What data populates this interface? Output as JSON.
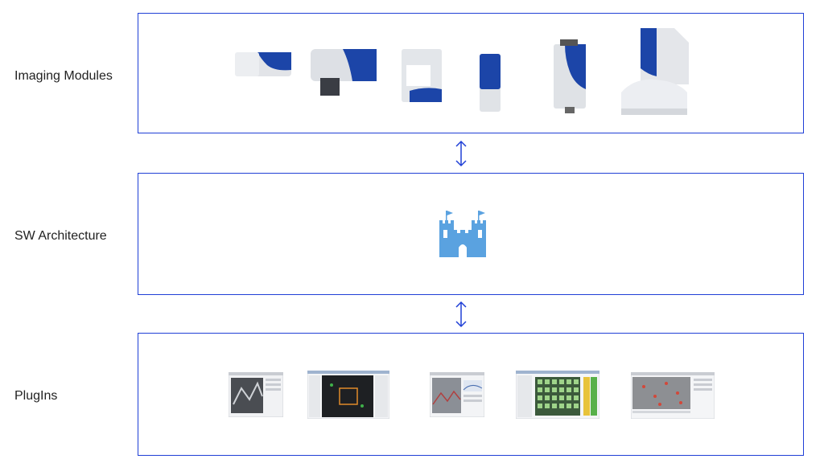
{
  "rows": [
    {
      "label": "Imaging Modules"
    },
    {
      "label": "SW Architecture"
    },
    {
      "label": "PlugIns"
    }
  ],
  "colors": {
    "frame": "#1f3fd6",
    "castle": "#5aa2e0",
    "module_accent": "#1c45a8",
    "module_body": "#dcdfe4"
  },
  "icons": [
    "imaging-module-icon",
    "castle-icon",
    "plugin-screenshot-icon",
    "double-arrow-icon"
  ]
}
